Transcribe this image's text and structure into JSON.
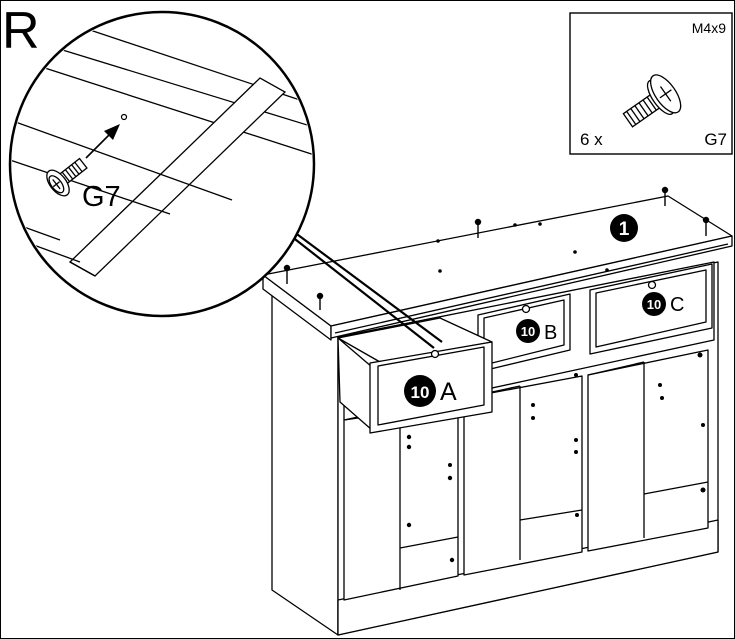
{
  "step_letter": "R",
  "hardware": {
    "screw_size": "M4x9",
    "quantity": "6 x",
    "part_code": "G7",
    "screw_icon": "phillips-screw-icon"
  },
  "detail_callout": {
    "part_code": "G7",
    "screw_icon": "phillips-screw-icon",
    "arrow_icon": "insert-arrow-icon"
  },
  "markers": {
    "top_panel": "1",
    "drawer_number": "10",
    "drawer_a": "A",
    "drawer_b": "B",
    "drawer_c": "C"
  },
  "colors": {
    "line": "#000000",
    "background": "#ffffff"
  }
}
